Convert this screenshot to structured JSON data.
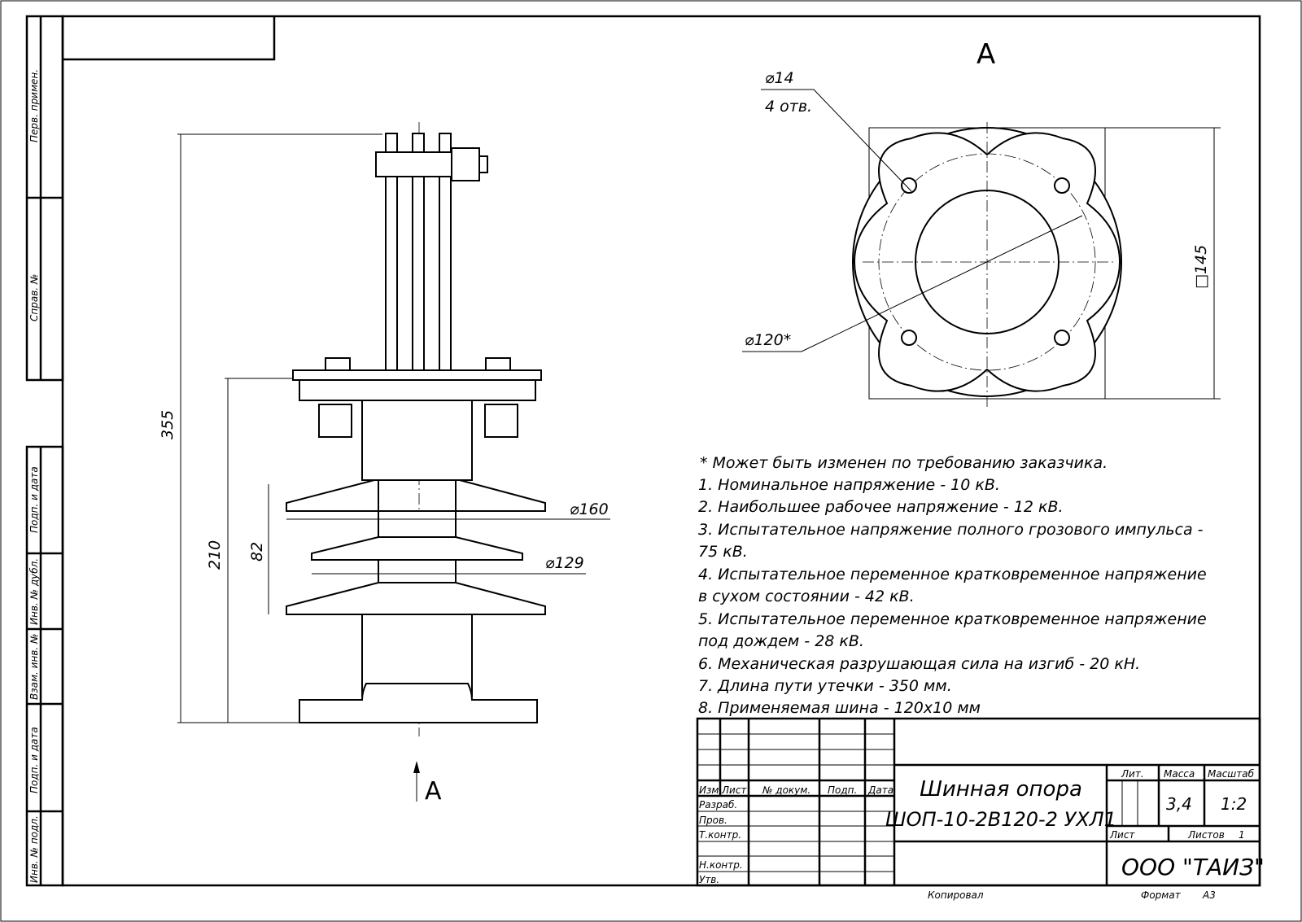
{
  "side_strip": [
    "Перв. примен.",
    "Справ. №",
    "Подп. и дата",
    "Инв. № дубл.",
    "Взам. инв. №",
    "Подп. и дата",
    "Инв. № подл."
  ],
  "view_label": "А",
  "view_arrow_label": "А",
  "dimensions": {
    "overall_height": "355",
    "insulator_height": "210",
    "shed_pitch": "82",
    "big_shed_diam": "⌀160",
    "small_shed_diam": "⌀129",
    "hole_diam": "⌀14",
    "hole_count": "4 отв.",
    "bolt_circle": "⌀120*",
    "square_size": "□145"
  },
  "notes": [
    "* Может быть изменен по требованию заказчика.",
    "1. Номинальное напряжение - 10 кВ.",
    "2. Наибольшее рабочее напряжение - 12 кВ.",
    "3. Испытательное напряжение полного грозового импульса -",
    "75 кВ.",
    "4. Испытательное переменное кратковременное напряжение",
    "в сухом состоянии - 42 кВ.",
    "5. Испытательное переменное кратковременное напряжение",
    "под дождем - 28 кВ.",
    "6. Механическая разрушающая сила на изгиб - 20 кН.",
    "7. Длина пути утечки - 350 мм.",
    "8. Применяемая шина - 120x10 мм"
  ],
  "title_block": {
    "headers": [
      "Изм.",
      "Лист",
      "№ докум.",
      "Подп.",
      "Дата"
    ],
    "roles": [
      "Разраб.",
      "Пров.",
      "Т.контр.",
      "Н.контр.",
      "Утв."
    ],
    "title_line1": "Шинная опора",
    "title_line2": "ШОП-10-2В120-2 УХЛ1",
    "lit_label": "Лит.",
    "mass_label": "Масса",
    "scale_label": "Масштаб",
    "mass": "3,4",
    "scale": "1:2",
    "sheet_label": "Лист",
    "sheets_label": "Листов",
    "sheets": "1",
    "org": "ООО \"ТАИЗ\"",
    "copied": "Копировал",
    "format_label": "Формат",
    "format": "А3"
  }
}
